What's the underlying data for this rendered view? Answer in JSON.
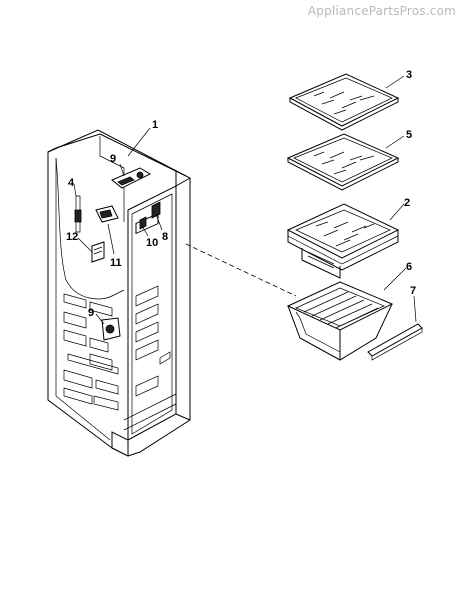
{
  "watermark": "AppliancePartsPros.com",
  "callouts": {
    "c1": "1",
    "c2": "2",
    "c3": "3",
    "c4": "4",
    "c5": "5",
    "c6": "6",
    "c7": "7",
    "c8": "8",
    "c9a": "9",
    "c9b": "9",
    "c10": "10",
    "c11": "11",
    "c12": "12"
  }
}
